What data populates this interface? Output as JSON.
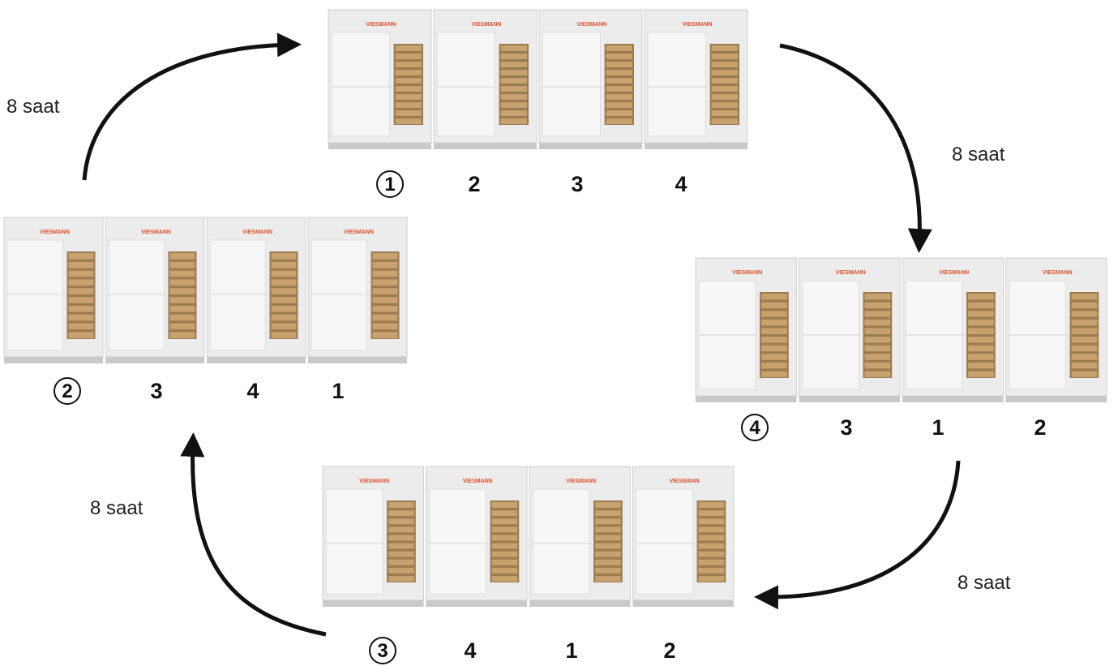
{
  "colors": {
    "unit_body": "#ececec",
    "unit_panel": "#f6f6f6",
    "grille": "#9a7a4e",
    "grille_slat": "#c7a16e",
    "brand": "#e4502b",
    "arrow": "#111111"
  },
  "brand_text": "VIESMANN",
  "cycle_interval_text": "8 saat",
  "stages": [
    {
      "step": 1,
      "lead_unit": "1",
      "order": [
        "1",
        "2",
        "3",
        "4"
      ],
      "lead_label": "①"
    },
    {
      "step": 2,
      "lead_unit": "2",
      "order": [
        "2",
        "3",
        "4",
        "1"
      ],
      "lead_label": "②"
    },
    {
      "step": 3,
      "lead_unit": "3",
      "order": [
        "3",
        "4",
        "1",
        "2"
      ],
      "lead_label": "③"
    },
    {
      "step": 4,
      "lead_unit": "4",
      "order": [
        "4",
        "3",
        "1",
        "2"
      ],
      "lead_label": "④"
    }
  ],
  "arrows": [
    {
      "from_step": 2,
      "to_step": 1,
      "label": "8 saat"
    },
    {
      "from_step": 1,
      "to_step": 4,
      "label": "8 saat"
    },
    {
      "from_step": 4,
      "to_step": 3,
      "label": "8 saat"
    },
    {
      "from_step": 3,
      "to_step": 2,
      "label": "8 saat"
    }
  ]
}
